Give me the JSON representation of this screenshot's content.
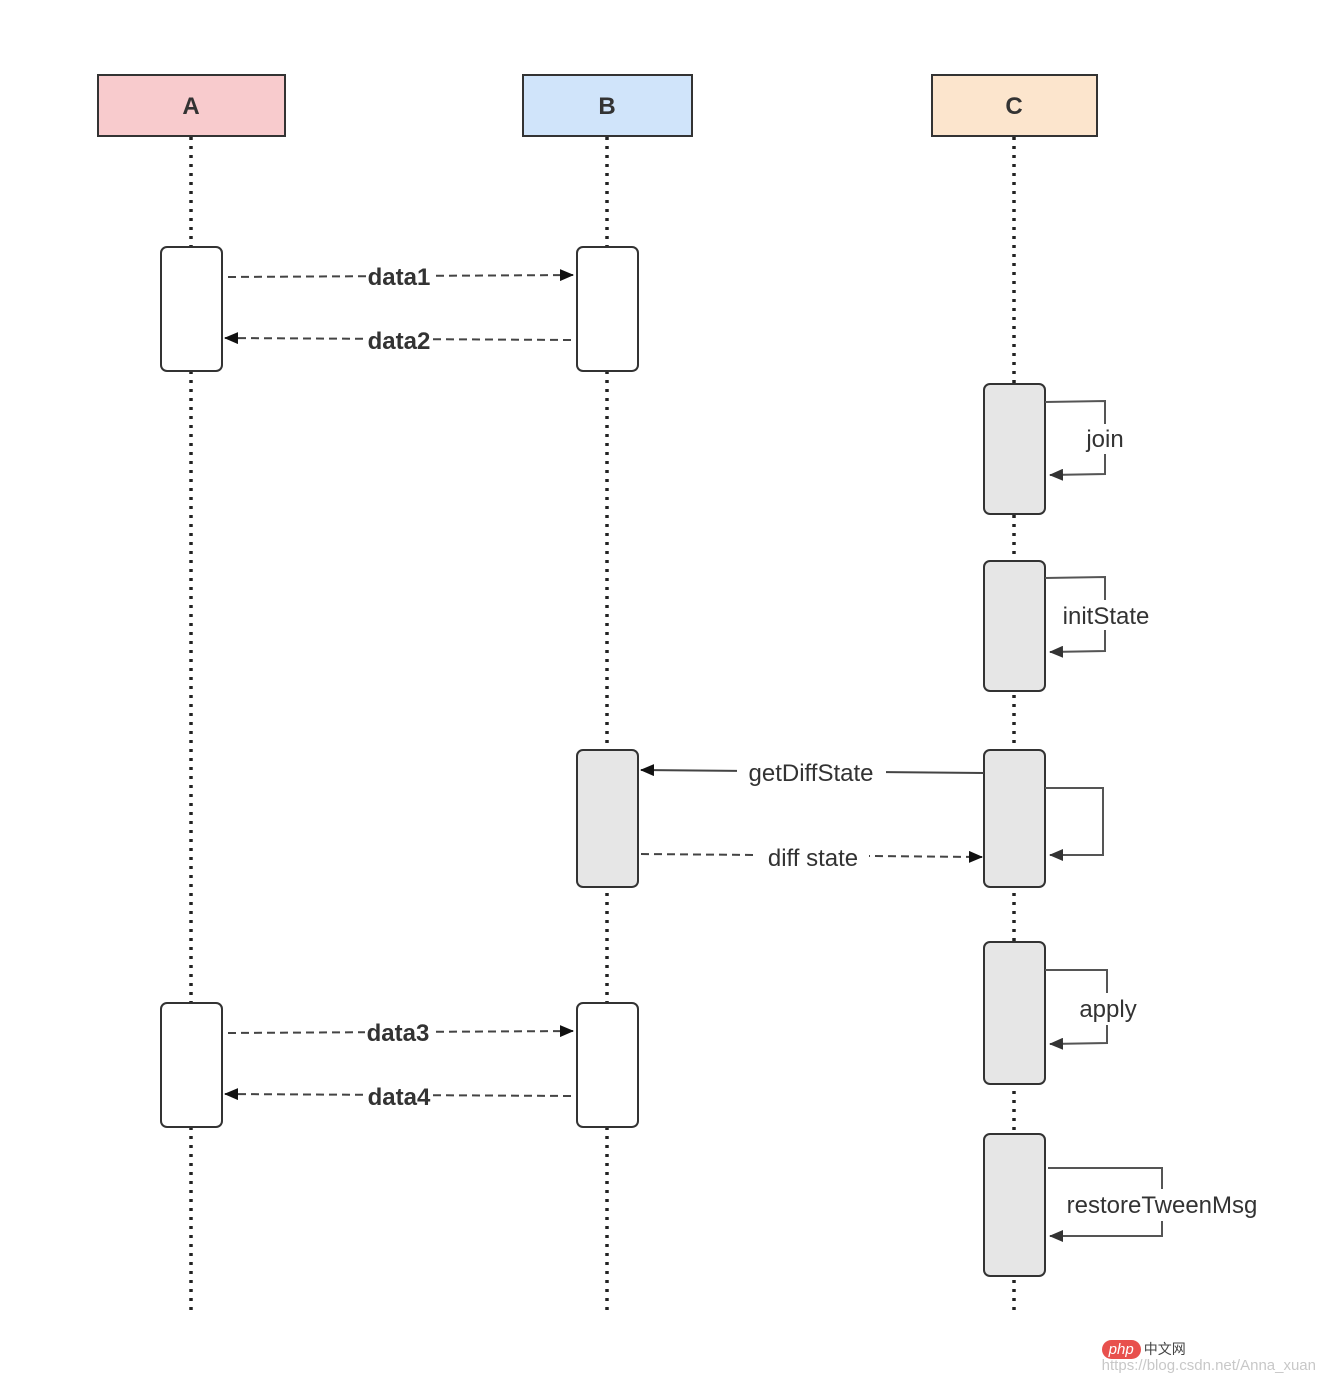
{
  "participants": [
    {
      "id": "A",
      "label": "A",
      "fill": "#f8cbcd"
    },
    {
      "id": "B",
      "label": "B",
      "fill": "#d0e4fa"
    },
    {
      "id": "C",
      "label": "C",
      "fill": "#fce5cd"
    }
  ],
  "messages": [
    {
      "id": "data1",
      "label": "data1",
      "from": "A",
      "to": "B",
      "style": "dashed",
      "bold": true
    },
    {
      "id": "data2",
      "label": "data2",
      "from": "B",
      "to": "A",
      "style": "dashed",
      "bold": true
    },
    {
      "id": "join",
      "label": "join",
      "from": "C",
      "to": "C",
      "style": "self"
    },
    {
      "id": "initState",
      "label": "initState",
      "from": "C",
      "to": "C",
      "style": "self"
    },
    {
      "id": "getDiffState",
      "label": "getDiffState",
      "from": "C",
      "to": "B",
      "style": "solid"
    },
    {
      "id": "diff-state",
      "label": "diff state",
      "from": "B",
      "to": "C",
      "style": "dashed"
    },
    {
      "id": "apply",
      "label": "apply",
      "from": "C",
      "to": "C",
      "style": "self"
    },
    {
      "id": "data3",
      "label": "data3",
      "from": "A",
      "to": "B",
      "style": "dashed",
      "bold": true
    },
    {
      "id": "data4",
      "label": "data4",
      "from": "B",
      "to": "A",
      "style": "dashed",
      "bold": true
    },
    {
      "id": "restoreTweenMsg",
      "label": "restoreTweenMsg",
      "from": "C",
      "to": "C",
      "style": "self"
    }
  ],
  "colors": {
    "activation_white": "#ffffff",
    "activation_gray": "#e6e6e6",
    "stroke": "#333333"
  },
  "watermark": {
    "logo": "php",
    "name": "中文网",
    "url": "https://blog.csdn.net/Anna_xuan"
  }
}
